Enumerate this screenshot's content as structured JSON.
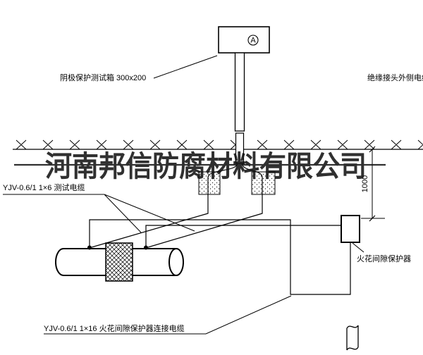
{
  "watermark": {
    "text": "河南邦信防腐材料有限公司"
  },
  "labels": {
    "test_box": "阴极保护测试箱 300x200",
    "outer_cable": "绝缘接头外侧电缆",
    "test_cable": "YJV-0.6/1 1×6 测试电缆",
    "spark_protector": "火花间隙保护器",
    "spark_cable": "YJV-0.6/1 1×16 火花间隙保护器连接电缆",
    "dimension_1000": "1000",
    "ammeter": "A"
  },
  "colors": {
    "line": "#000000",
    "background": "#ffffff",
    "watermark": "#141414"
  }
}
